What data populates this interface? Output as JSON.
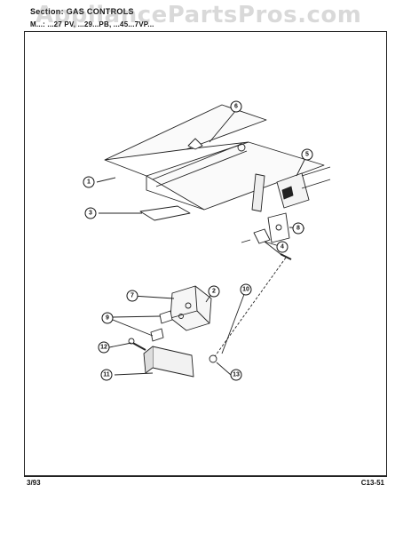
{
  "header": {
    "section": "Section: GAS CONTROLS",
    "models": "M...: ...27 PV, ...29...PB, ...45...7VP..."
  },
  "watermark": "AppliancePartsPros.com",
  "footer": {
    "date": "3/93",
    "code": "C13-51"
  },
  "callouts": [
    "1",
    "2",
    "3",
    "4",
    "5",
    "6",
    "7",
    "8",
    "9",
    "10",
    "11",
    "12",
    "13"
  ]
}
